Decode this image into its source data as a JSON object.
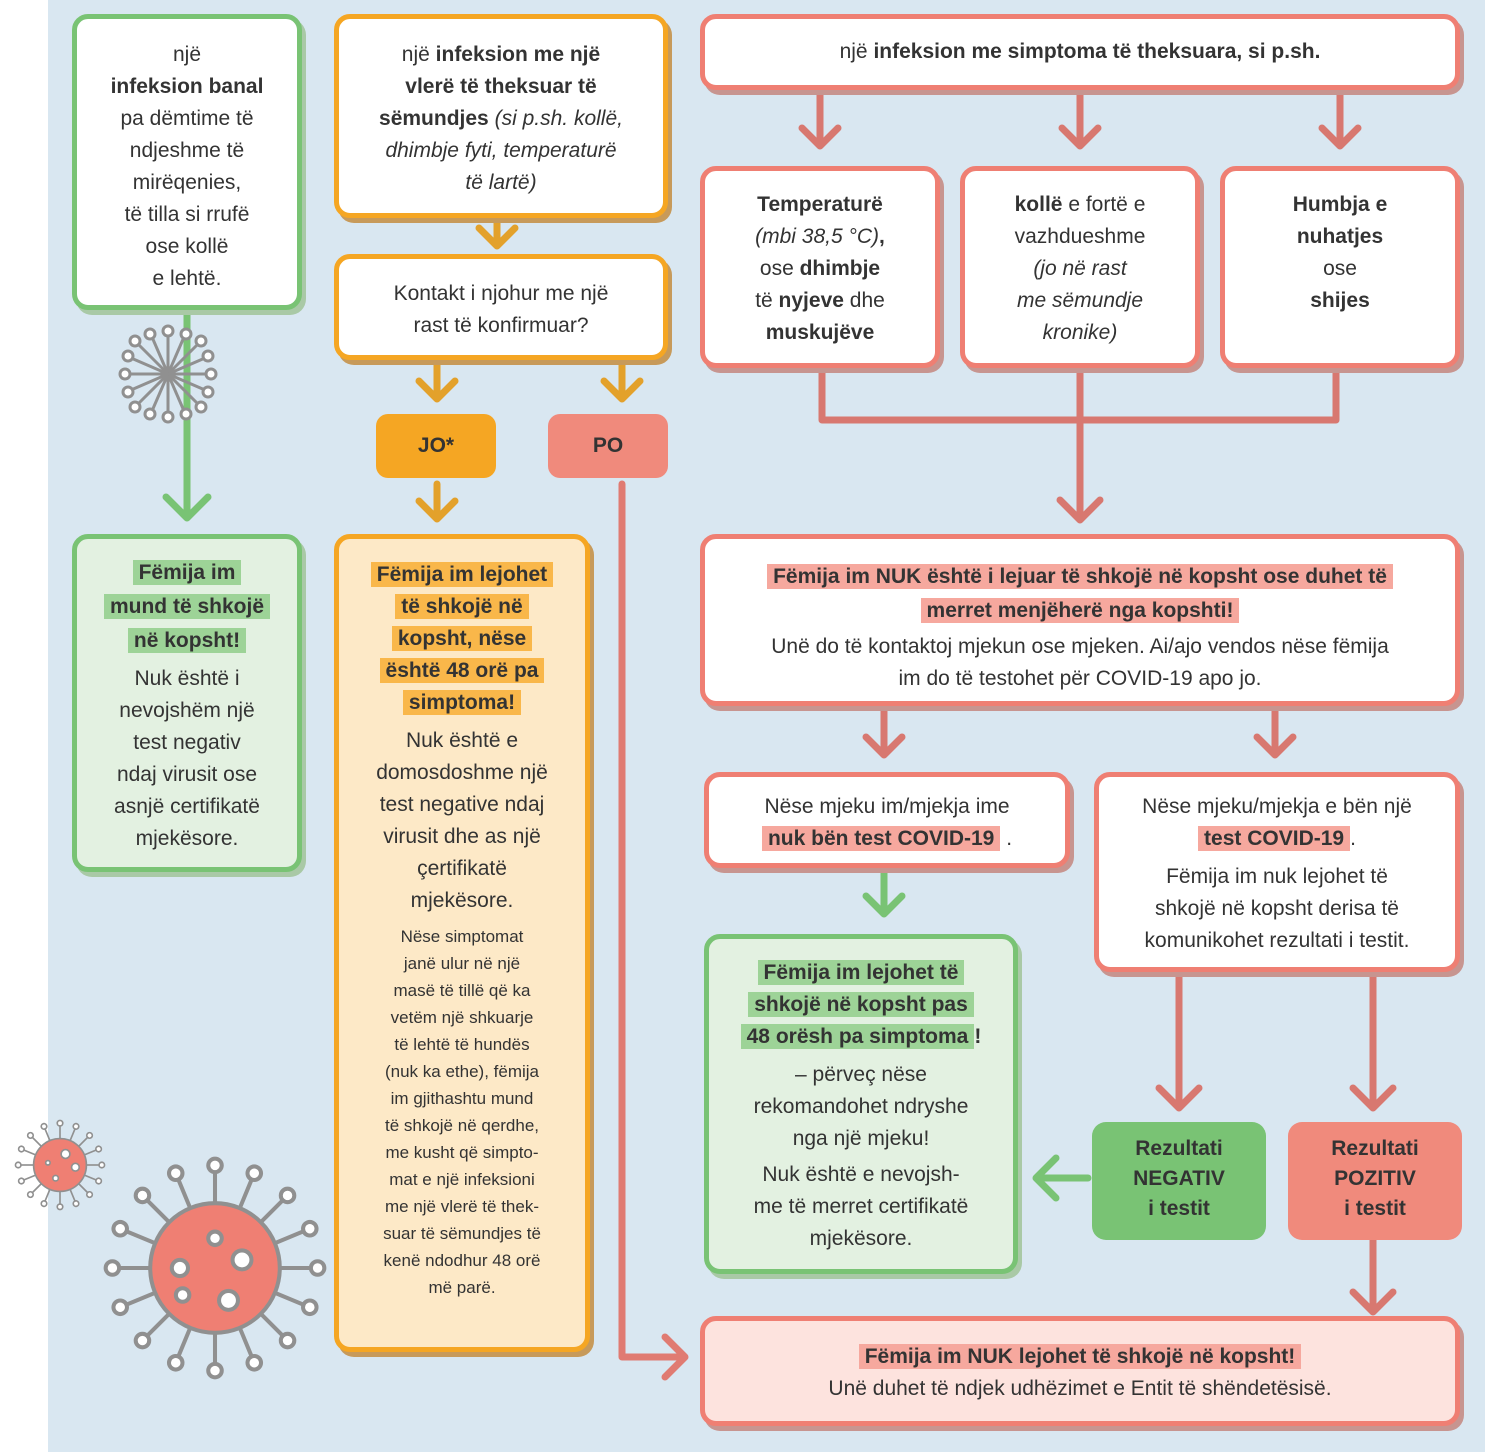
{
  "box1": {
    "l1": "një",
    "l2": "infeksion banal",
    "l3": "pa dëmtime të",
    "l4": "ndjeshme të",
    "l5": "mirëqenies,",
    "l6": "të tilla si rrufë",
    "l7": "ose kollë",
    "l8": "e lehtë."
  },
  "box2": {
    "t1": "një ",
    "b1": "infeksion me një",
    "b2": "vlerë të theksuar të",
    "b3": "sëmundjes",
    "i1": " (si p.sh. kollë,",
    "i2": "dhimbje fyti, temperaturë",
    "i3": "të lartë)"
  },
  "box3": {
    "t1": "një ",
    "b1": "infeksion me simptoma të theksuara, si p.sh."
  },
  "contact": {
    "l1": "Kontakt i njohur me një",
    "l2": "rast të konfirmuar?"
  },
  "jo": "JO*",
  "po": "PO",
  "temp": {
    "b1": "Temperaturë",
    "i1": "(mbi 38,5 °C)",
    "t1": ",",
    "t2": "ose ",
    "b2": "dhimbje",
    "t3": "të ",
    "b3": "nyjeve",
    "t4": " dhe",
    "b4": "muskujëve"
  },
  "cough": {
    "b1": "kollë",
    "t1": " e fortë e",
    "t2": "vazhdueshme",
    "i1": "(jo në rast",
    "i2": "me sëmundje",
    "i3": "kronike)"
  },
  "smell": {
    "b1": "Humbja e",
    "b2": "nuhatjes",
    "t1": "ose",
    "b3": "shijes"
  },
  "green_go": {
    "h1": "Fëmija im",
    "h2": "mund të shkojë",
    "h3": "në kopsht!",
    "l1": "Nuk është i",
    "l2": "nevojshëm një",
    "l3": "test negativ",
    "l4": "ndaj virusit ose",
    "l5": "asnjë certifikatë",
    "l6": "mjekësore."
  },
  "orange_go": {
    "h1": "Fëmija im lejohet",
    "h2": "të shkojë në",
    "h3": "kopsht, nëse",
    "h4": "është 48 orë pa",
    "h5": "simptoma!",
    "l1": "Nuk është e",
    "l2": "domosdoshme një",
    "l3": "test negative ndaj",
    "l4": "virusit dhe as një",
    "l5": "çertifikatë",
    "l6": "mjekësore.",
    "s1": "Nëse simptomat",
    "s2": "janë ulur në një",
    "s3": "masë të tillë që ka",
    "s4": "vetëm një shkuarje",
    "s5": "të lehtë të hundës",
    "s6": "(nuk ka ethe), fëmija",
    "s7": "im gjithashtu mund",
    "s8": "të shkojë në qerdhe,",
    "s9": "me kusht që simpto-",
    "s10": "mat e një infeksioni",
    "s11": "me një vlerë të thek-",
    "s12": "suar të sëmundjes të",
    "s13": "kenë ndodhur 48 orë",
    "s14": "më parë."
  },
  "not_allowed": {
    "h1": "Fëmija im NUK është i lejuar të shkojë në kopsht ose duhet të",
    "h2": "merret menjëherë nga kopshti!",
    "l1": "Unë do të kontaktoj mjekun ose mjeken. Ai/ajo vendos nëse fëmija",
    "l2": "im do të testohet për COVID-19 apo jo."
  },
  "no_test": {
    "l1": "Nëse mjeku im/mjekja ime",
    "b1": "nuk bën test COVID-19",
    "t1": " ."
  },
  "test": {
    "l1": "Nëse mjeku/mjekja e bën një",
    "b1": "test COVID-19",
    "t1": ".",
    "l2": "Fëmija im nuk lejohet të",
    "l3": "shkojë në kopsht derisa të",
    "l4": "komunikohet rezultati i testit."
  },
  "after48": {
    "h1": "Fëmija im lejohet të",
    "h2": "shkojë në kopsht pas",
    "h3": "48 orësh pa simptoma",
    "h3b": "!",
    "l1": "– përveç nëse",
    "l2": "rekomandohet ndryshe",
    "l3": "nga një mjeku!",
    "l4": "Nuk është e nevojsh-",
    "l5": "me të merret certifikatë",
    "l6": "mjekësore."
  },
  "neg": {
    "l1": "Rezultati",
    "l2": "NEGATIV",
    "l3": "i testit"
  },
  "pos": {
    "l1": "Rezultati",
    "l2": "POZITIV",
    "l3": "i testit"
  },
  "final": {
    "h1": "Fëmija im NUK lejohet të shkojë në kopsht!",
    "l1": "Unë duhet të ndjek udhëzimet e Entit të shëndetësisë."
  },
  "colors": {
    "green": "#79c374",
    "orange": "#f5a623",
    "red": "#ef7f73",
    "background": "#d9e7f1"
  }
}
